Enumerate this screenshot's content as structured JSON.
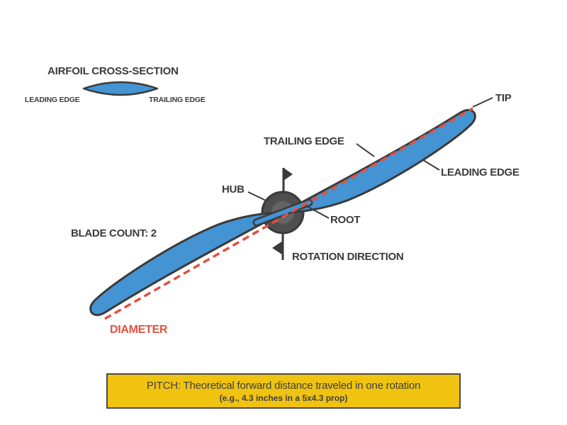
{
  "airfoil_section": {
    "title": "AIRFOIL CROSS-SECTION",
    "leading_edge_label": "LEADING EDGE",
    "trailing_edge_label": "TRAILING EDGE"
  },
  "propeller_labels": {
    "tip": "TIP",
    "trailing_edge": "TRAILING EDGE",
    "leading_edge": "LEADING EDGE",
    "hub": "HUB",
    "root": "ROOT",
    "blade_count": "BLADE COUNT: 2",
    "rotation_direction": "ROTATION DIRECTION",
    "diameter": "DIAMETER"
  },
  "pitch_box": {
    "line1": "PITCH: Theoretical forward distance traveled in one rotation",
    "line2": "(e.g., 4.3 inches in a 5x4.3 prop)"
  },
  "colors": {
    "blade_blue": "#4493d3",
    "outline_dark": "#3a3a3a",
    "diameter_red": "#e05140",
    "hub_outer": "#4f4f4f",
    "hub_mid": "#646464",
    "hub_center": "#7e7e7e",
    "pitch_background": "#f0c311",
    "pitch_border": "#4a4a4a",
    "text": "#3b3b3b"
  },
  "icons": {
    "rotation_arrow_top": "flag-pointing-right",
    "rotation_arrow_bottom": "flag-pointing-left"
  }
}
